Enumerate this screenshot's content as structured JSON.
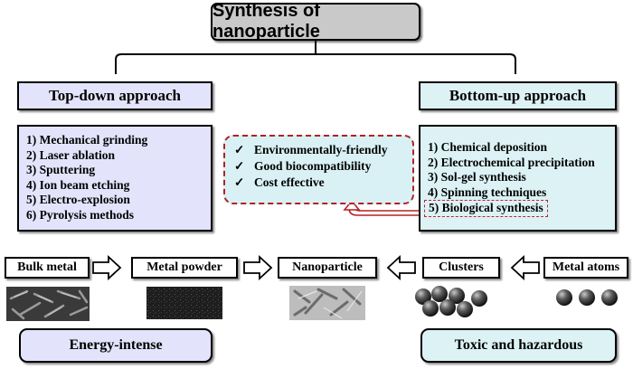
{
  "title": "Synthesis of nanoparticle",
  "top_down": {
    "heading": "Top-down approach",
    "items": [
      "1) Mechanical grinding",
      "2) Laser ablation",
      "3) Sputtering",
      "4) Ion beam etching",
      "5) Electro-explosion",
      "6) Pyrolysis methods"
    ],
    "footer": "Energy-intense"
  },
  "bottom_up": {
    "heading": "Bottom-up approach",
    "items": [
      "1) Chemical deposition",
      "2) Electrochemical precipitation",
      "3) Sol-gel synthesis",
      "4) Spinning techniques",
      "5) Biological synthesis"
    ],
    "footer": "Toxic and hazardous"
  },
  "advantages": {
    "items": [
      "Environmentally-friendly",
      "Good biocompatibility",
      "Cost effective"
    ]
  },
  "stages": {
    "bulk_metal": "Bulk metal",
    "metal_powder": "Metal powder",
    "nanoparticle": "Nanoparticle",
    "clusters": "Clusters",
    "metal_atoms": "Metal atoms"
  },
  "colors": {
    "top_down_fill": "#e3e4fb",
    "bottom_up_fill": "#dcf2f5",
    "highlight_red": "#b32024"
  }
}
